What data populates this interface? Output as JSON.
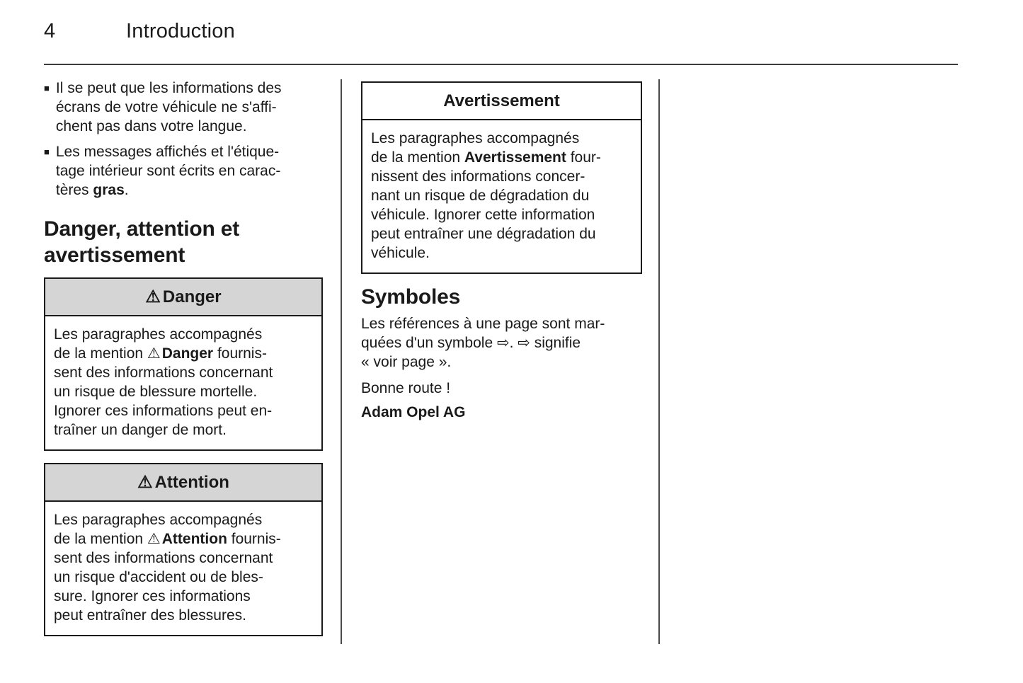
{
  "page": {
    "number": "4",
    "title": "Introduction"
  },
  "icons": {
    "warning": "⚠",
    "bullet": "■",
    "page_ref_arrow_1": "⇨",
    "page_ref_arrow_2": "⇨"
  },
  "colors": {
    "warnbox_header_bg": "#d5d5d5",
    "border": "#1a1a1a",
    "text": "#1a1a1a"
  },
  "col1": {
    "bullets": [
      {
        "text": "Il se peut que les informations des\nécrans de votre véhicule ne s'affi-\nchent pas dans votre langue."
      },
      {
        "prefix": "Les messages affichés et l'étique-\ntage intérieur sont écrits en carac-\ntères ",
        "bold": "gras",
        "suffix": "."
      }
    ],
    "heading": "Danger, attention et\navertissement",
    "danger_box": {
      "header_label": "Danger",
      "body_prefix": "Les paragraphes accompagnés\nde la mention ",
      "body_bold": "Danger",
      "body_suffix": " fournis-\nsent des informations concernant\nun risque de blessure mortelle.\nIgnorer ces informations peut en-\ntraîner un danger de mort."
    },
    "attention_box": {
      "header_label": "Attention",
      "body_prefix": "Les paragraphes accompagnés\nde la mention ",
      "body_bold": "Attention",
      "body_suffix": " fournis-\nsent des informations concernant\nun risque d'accident ou de bles-\nsure. Ignorer ces informations\npeut entraîner des blessures."
    }
  },
  "col2": {
    "warning_box": {
      "header_label": "Avertissement",
      "body_prefix": "Les paragraphes accompagnés\nde la mention ",
      "body_bold": "Avertissement",
      "body_suffix": " four-\nnissent des informations concer-\nnant un risque de dégradation du\nvéhicule. Ignorer cette information\npeut entraîner une dégradation du\nvéhicule."
    },
    "symbols_heading": "Symboles",
    "symbols_paragraph": {
      "part1": "Les références à une page sont mar-\nquées d'un symbole ",
      "part2": ". ",
      "part3": " signifie\n« voir page »."
    },
    "bonne_route": "Bonne route !",
    "signature": "Adam Opel AG"
  }
}
